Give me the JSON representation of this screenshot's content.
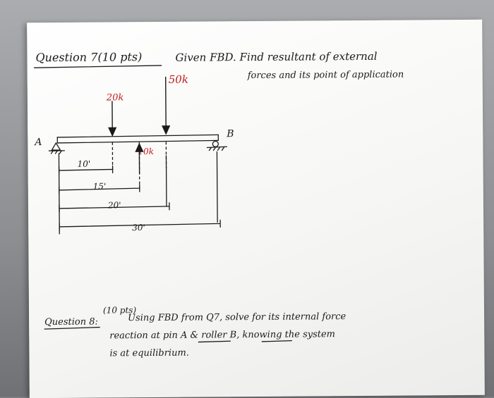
{
  "question7": {
    "heading": "Question 7",
    "points": "(10 pts)",
    "line1": "Given FBD. Find resultant of external",
    "line2": "forces and its point of application"
  },
  "diagram": {
    "forces": [
      "20k",
      "10k",
      "50k"
    ],
    "supports": [
      "A",
      "B"
    ],
    "dimensions": [
      "10'",
      "15'",
      "20'",
      "30'"
    ]
  },
  "question8": {
    "heading": "Question 8:",
    "points": "(10 pts)",
    "line1": "Using FBD from Q7, solve for its internal force",
    "line2": "reaction at pin A & roller B, knowing the system",
    "line3": "is at equilibrium."
  }
}
